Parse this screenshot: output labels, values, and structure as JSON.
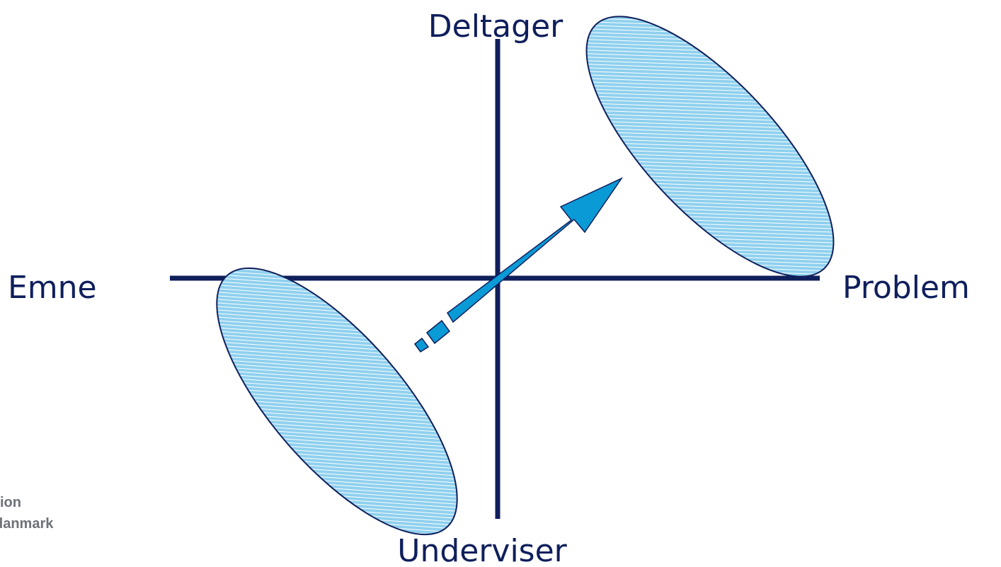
{
  "diagram": {
    "labels": {
      "top": "Deltager",
      "bottom": "Underviser",
      "left": "Emne",
      "right": "Problem"
    },
    "logo": {
      "line1": "ion",
      "line2": "danmark"
    }
  },
  "colors": {
    "axis": "#0f1f5c",
    "label": "#0f1f5c",
    "ellipse_fill": "#8fd0ee",
    "ellipse_hatch": "#ffffff",
    "ellipse_stroke": "#0f1f5c",
    "arrow_fill": "#0a9ad6",
    "arrow_stroke": "#0f1f5c",
    "logo_text": "#6e7178"
  }
}
